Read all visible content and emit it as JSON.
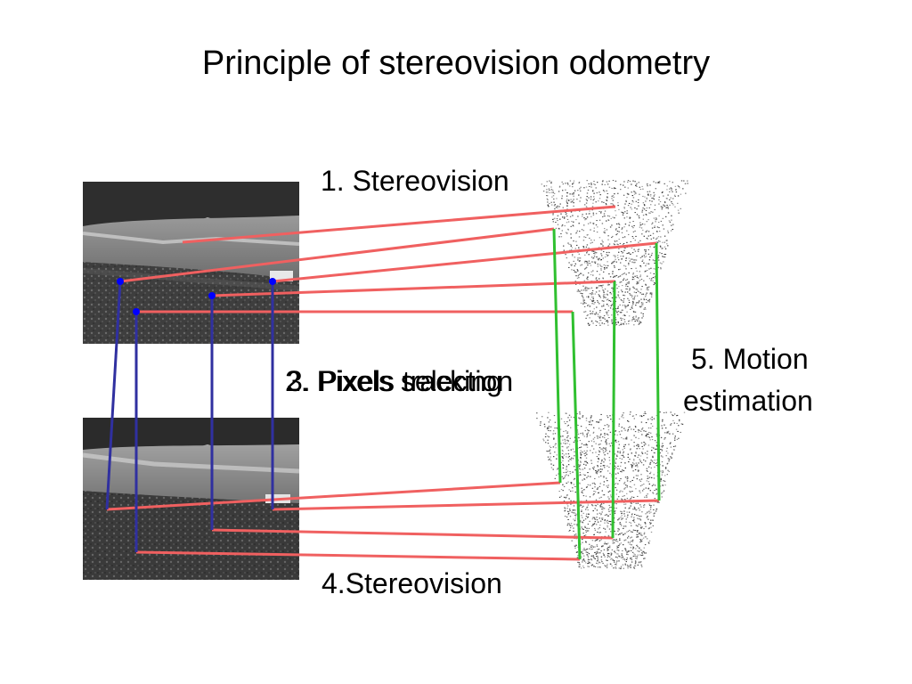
{
  "title": "Principle of stereovision odometry",
  "steps": {
    "step1": "1. Stereovision",
    "step2": "2. Pixels selection",
    "step3": "3. Pixels tracking",
    "step4": "4.Stereovision",
    "step5_line1": "5. Motion",
    "step5_line2": "estimation"
  },
  "colors": {
    "stereo_lines": "#f06060",
    "tracking_lines": "#3030a0",
    "motion_lines": "#30c030",
    "selected_pixels": "#0000ff"
  },
  "images": {
    "top_camera": "grayscale-terrain-photo",
    "bottom_camera": "grayscale-terrain-photo",
    "point_cloud": "3d-point-cloud"
  }
}
